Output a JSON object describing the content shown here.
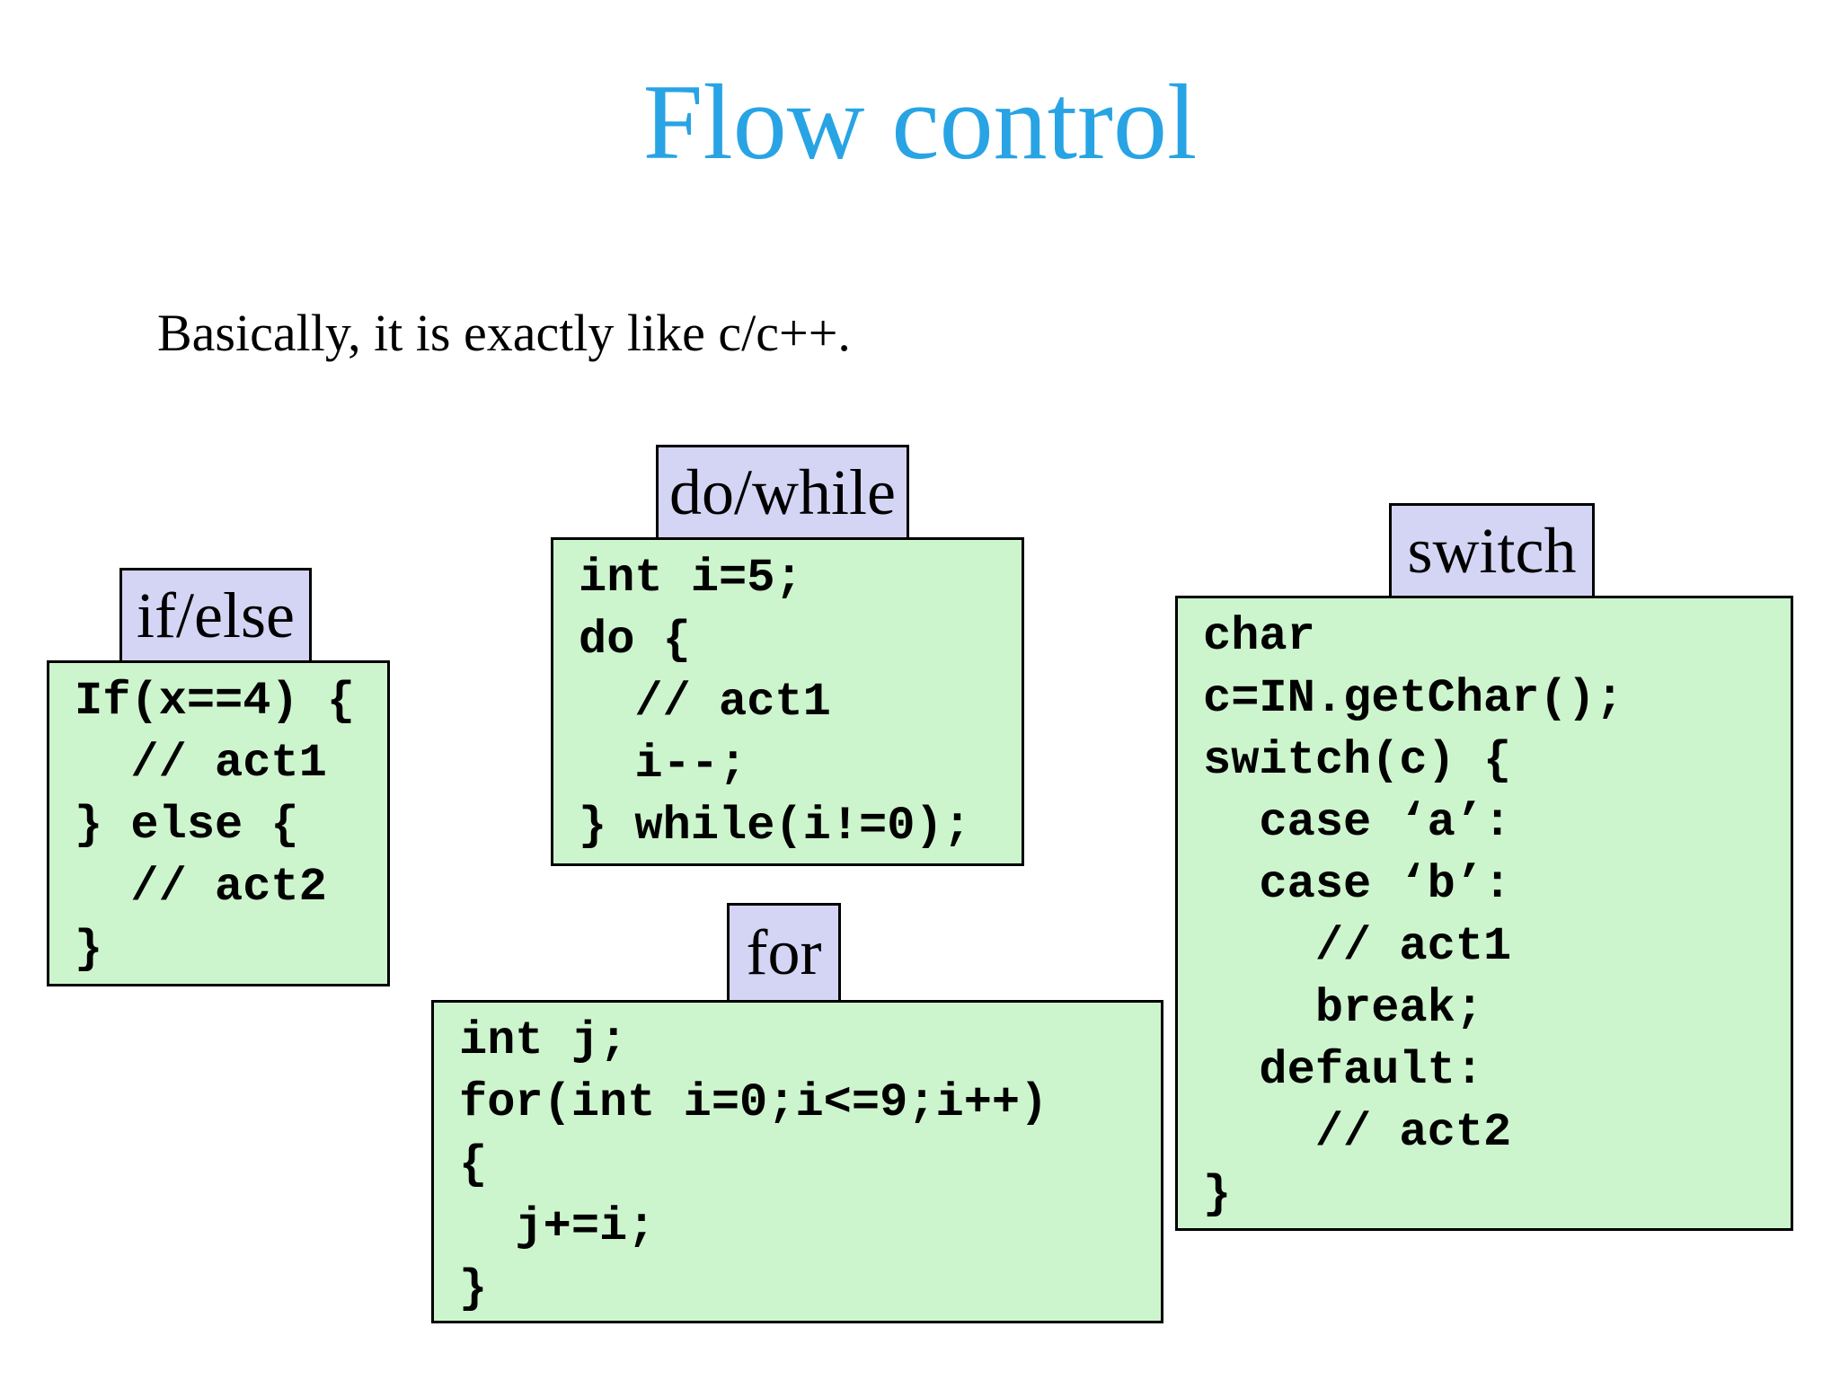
{
  "slide": {
    "title": "Flow control",
    "subtitle": "Basically, it is exactly like c/c++.",
    "colors": {
      "title_text": "#28a4e4",
      "code_box_fill": "#cdf5cd",
      "label_fill": "#d4d4f4",
      "border": "#000000",
      "text": "#000000",
      "background": "#ffffff"
    }
  },
  "blocks": [
    {
      "id": "if-else",
      "label": "if/else",
      "code": "If(x==4) {\n  // act1\n} else {\n  // act2\n}"
    },
    {
      "id": "do-while",
      "label": "do/while",
      "code": "int i=5;\ndo {\n  // act1\n  i--;\n} while(i!=0);"
    },
    {
      "id": "for",
      "label": "for",
      "code": "int j;\nfor(int i=0;i<=9;i++)\n{\n  j+=i;\n}"
    },
    {
      "id": "switch",
      "label": "switch",
      "code": "char\nc=IN.getChar();\nswitch(c) {\n  case ‘a’:\n  case ‘b’:\n    // act1\n    break;\n  default:\n    // act2\n}"
    }
  ]
}
